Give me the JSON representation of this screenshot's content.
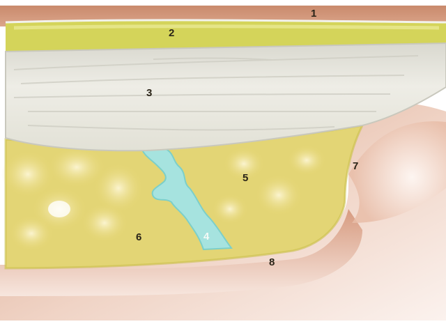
{
  "labels": {
    "l1": "1",
    "l2": "2",
    "l3": "3",
    "l4": "4",
    "l5": "5",
    "l6": "6",
    "l7": "7",
    "l8": "8"
  },
  "colors": {
    "skin": "#d49a7c",
    "subcutaneous_fat": "#d6d65a",
    "muscle": "#e9e7dc",
    "fat_lobules": "#e7d67a",
    "cyst_fluid": "#a6e3df",
    "deep_tissue": "#d9a58c",
    "background": "#ffffff"
  }
}
